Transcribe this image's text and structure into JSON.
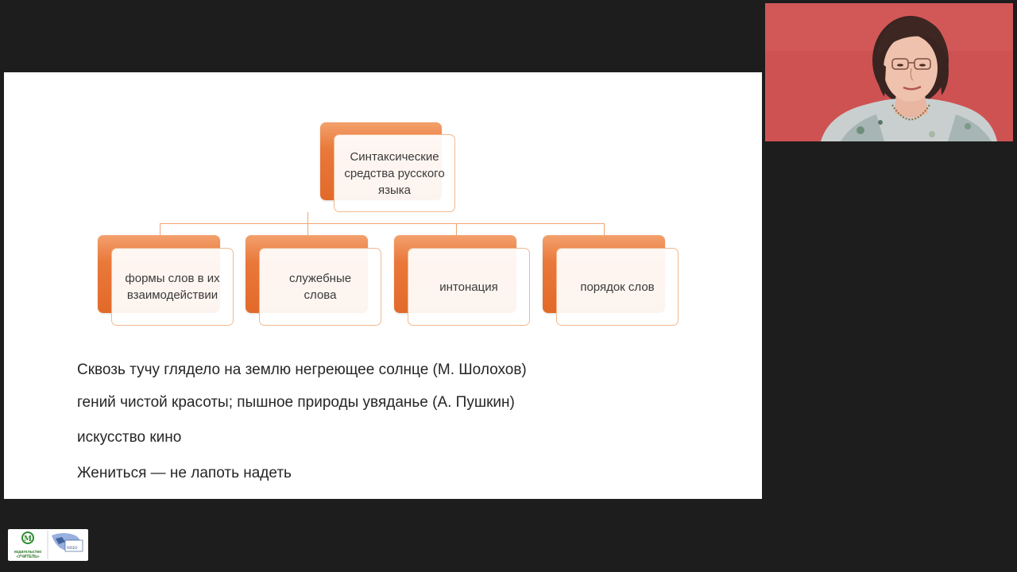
{
  "slide": {
    "diagram": {
      "root": "Синтаксические средства русского языка",
      "children": [
        "формы слов в их взаимодействии",
        "служебные слова",
        "интонация",
        "порядок слов"
      ]
    },
    "examples": [
      "Сквозь тучу глядело на землю негреющее солнце (М. Шолохов)",
      "гений чистой красоты; пышное природы увяданье (А. Пушкин)",
      "искусство кино",
      "Жениться — не лапоть надеть"
    ]
  },
  "logo": {
    "publisher_line1": "издательство",
    "publisher_line2": "«УЧИТЕЛЬ»",
    "partner": "МЦО"
  },
  "colors": {
    "node_accent": "#e9783a",
    "webcam_background": "#cf5050",
    "screen_background": "#1d1d1d"
  }
}
